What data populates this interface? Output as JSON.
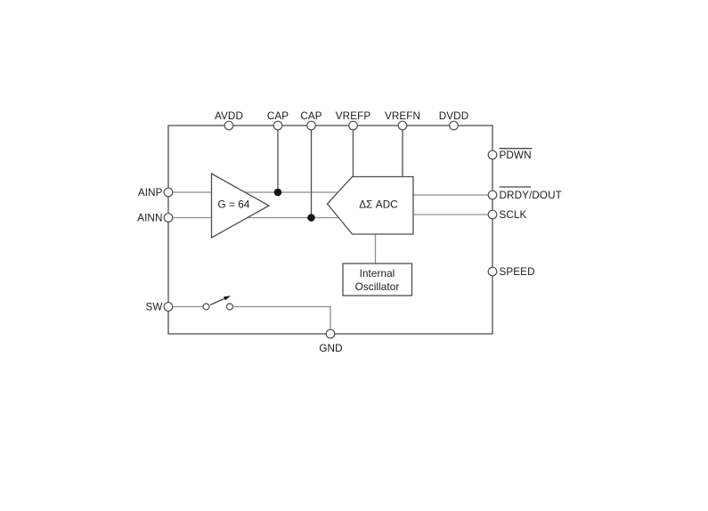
{
  "diagram": {
    "kind": "block-diagram",
    "colors": {
      "background": "#ffffff",
      "wire": "#8f8f8f",
      "outline": "#4f4f4f",
      "junction": "#141414",
      "text": "#1a1a1a"
    },
    "pins": {
      "top": [
        {
          "label": "AVDD"
        },
        {
          "label": "CAP"
        },
        {
          "label": "CAP"
        },
        {
          "label": "VREFP"
        },
        {
          "label": "VREFN"
        },
        {
          "label": "DVDD"
        }
      ],
      "left": [
        {
          "label": "AINP"
        },
        {
          "label": "AINN"
        },
        {
          "label": "SW"
        }
      ],
      "right": [
        {
          "overlined": "PDWN",
          "plain": ""
        },
        {
          "overlined": "DRDY",
          "plain": "/DOUT"
        },
        {
          "overlined": "",
          "plain": "SCLK"
        },
        {
          "overlined": "",
          "plain": "SPEED"
        }
      ],
      "bottom": [
        {
          "label": "GND"
        }
      ]
    },
    "blocks": {
      "amplifier": {
        "label": "G = 64"
      },
      "adc": {
        "label": "ΔΣ ADC"
      },
      "oscillator": {
        "line1": "Internal",
        "line2": "Oscillator"
      }
    }
  }
}
